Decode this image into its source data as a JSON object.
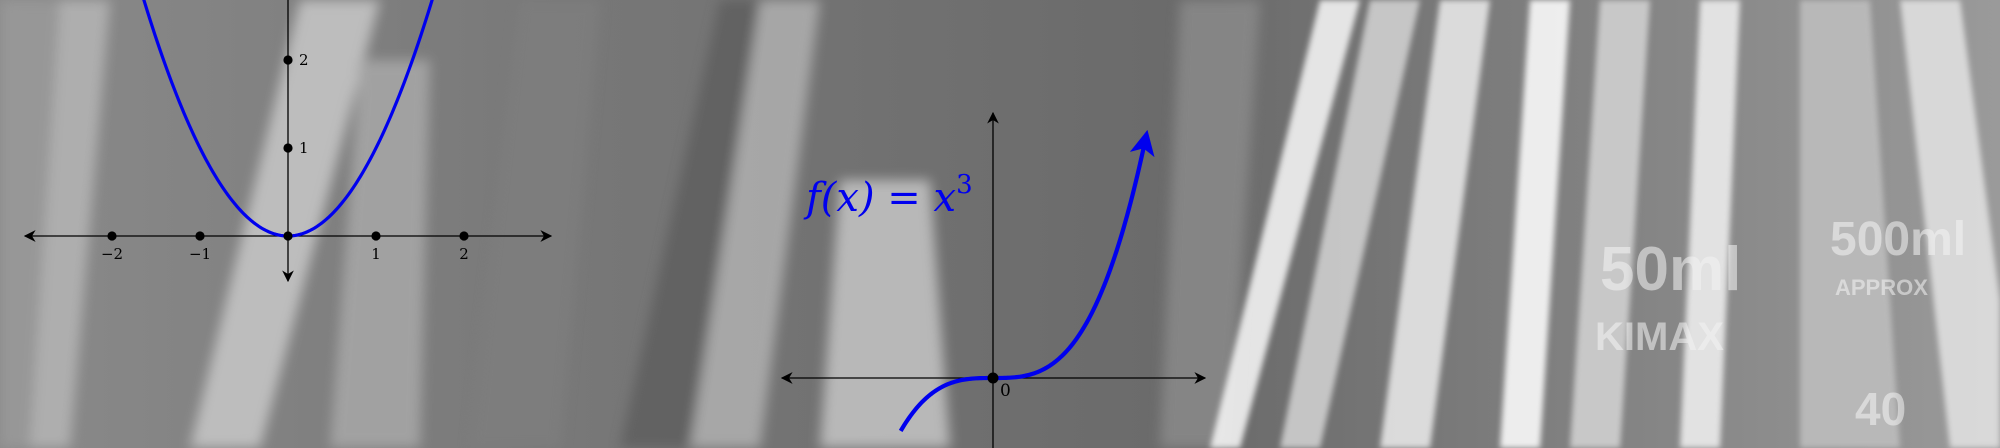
{
  "background": {
    "description_colors": {
      "dark": "#5a5a5a",
      "mid": "#8a8a8a",
      "light": "#d8d8d8"
    },
    "flask_texts": [
      "50ml",
      "500ml",
      "KIMAX",
      "APPROX",
      "40"
    ]
  },
  "chart_data": [
    {
      "type": "line",
      "title": "",
      "xlabel": "",
      "ylabel": "",
      "function": "x^2",
      "xlim": [
        -3,
        3
      ],
      "ylim": [
        -0.45,
        2.7
      ],
      "x_ticks": [
        -2,
        -1,
        1,
        2
      ],
      "x_tick_labels": [
        "−2",
        "−1",
        "1",
        "2"
      ],
      "y_ticks": [
        1,
        2
      ],
      "y_tick_labels": [
        "1",
        "2"
      ],
      "marked_points": [
        {
          "x": -2,
          "y": 0
        },
        {
          "x": -1,
          "y": 0
        },
        {
          "x": 0,
          "y": 0
        },
        {
          "x": 1,
          "y": 0
        },
        {
          "x": 2,
          "y": 0
        },
        {
          "x": 0,
          "y": 1
        },
        {
          "x": 0,
          "y": 2
        }
      ],
      "series": [
        {
          "color": "#0000ee",
          "x": [
            -1.65,
            -1.5,
            -1,
            -0.5,
            0,
            0.5,
            1,
            1.5,
            1.65
          ],
          "y": [
            2.7225,
            2.25,
            1,
            0.25,
            0,
            0.25,
            1,
            2.25,
            2.7225
          ]
        }
      ],
      "grid": false,
      "legend": "none"
    },
    {
      "type": "line",
      "title": "",
      "xlabel": "",
      "ylabel": "",
      "function": "x^3",
      "annotation": {
        "prefix": "f(x) = x",
        "superscript": "3",
        "color": "#0000ee"
      },
      "origin_label": "0",
      "xlim": [
        -1.65,
        1.65
      ],
      "ylim": [
        -0.55,
        2.1
      ],
      "marked_points": [
        {
          "x": 0,
          "y": 0
        }
      ],
      "series": [
        {
          "color": "#0000ee",
          "x": [
            -0.71,
            -0.5,
            -0.25,
            0,
            0.25,
            0.5,
            0.75,
            1,
            1.1,
            1.18
          ],
          "y": [
            -0.358,
            -0.125,
            -0.0156,
            0,
            0.0156,
            0.125,
            0.4219,
            1,
            1.331,
            1.643
          ]
        }
      ],
      "grid": false,
      "legend": "none"
    }
  ]
}
